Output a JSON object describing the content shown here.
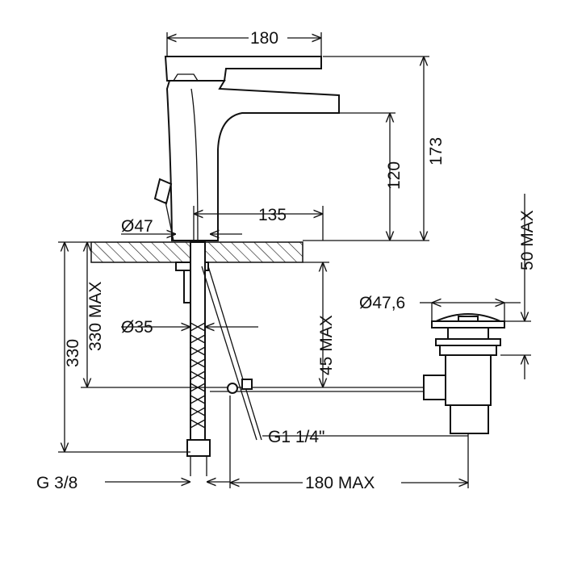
{
  "title": "Basin mixer technical drawing",
  "dimensions": {
    "top_width": "180",
    "total_height": "173",
    "spout_height": "120",
    "spout_reach": "135",
    "base_diameter": "Ø47",
    "drain_adjust": "50 MAX",
    "drain_diameter": "Ø47,6",
    "hose_length": "330",
    "hose_max": "330 MAX",
    "hole_diameter": "Ø35",
    "counter_max": "45 MAX",
    "drain_thread": "G1 1/4\"",
    "hose_thread": "G 3/8",
    "rod_max": "180 MAX"
  },
  "colors": {
    "line": "#111111",
    "background": "#ffffff"
  }
}
